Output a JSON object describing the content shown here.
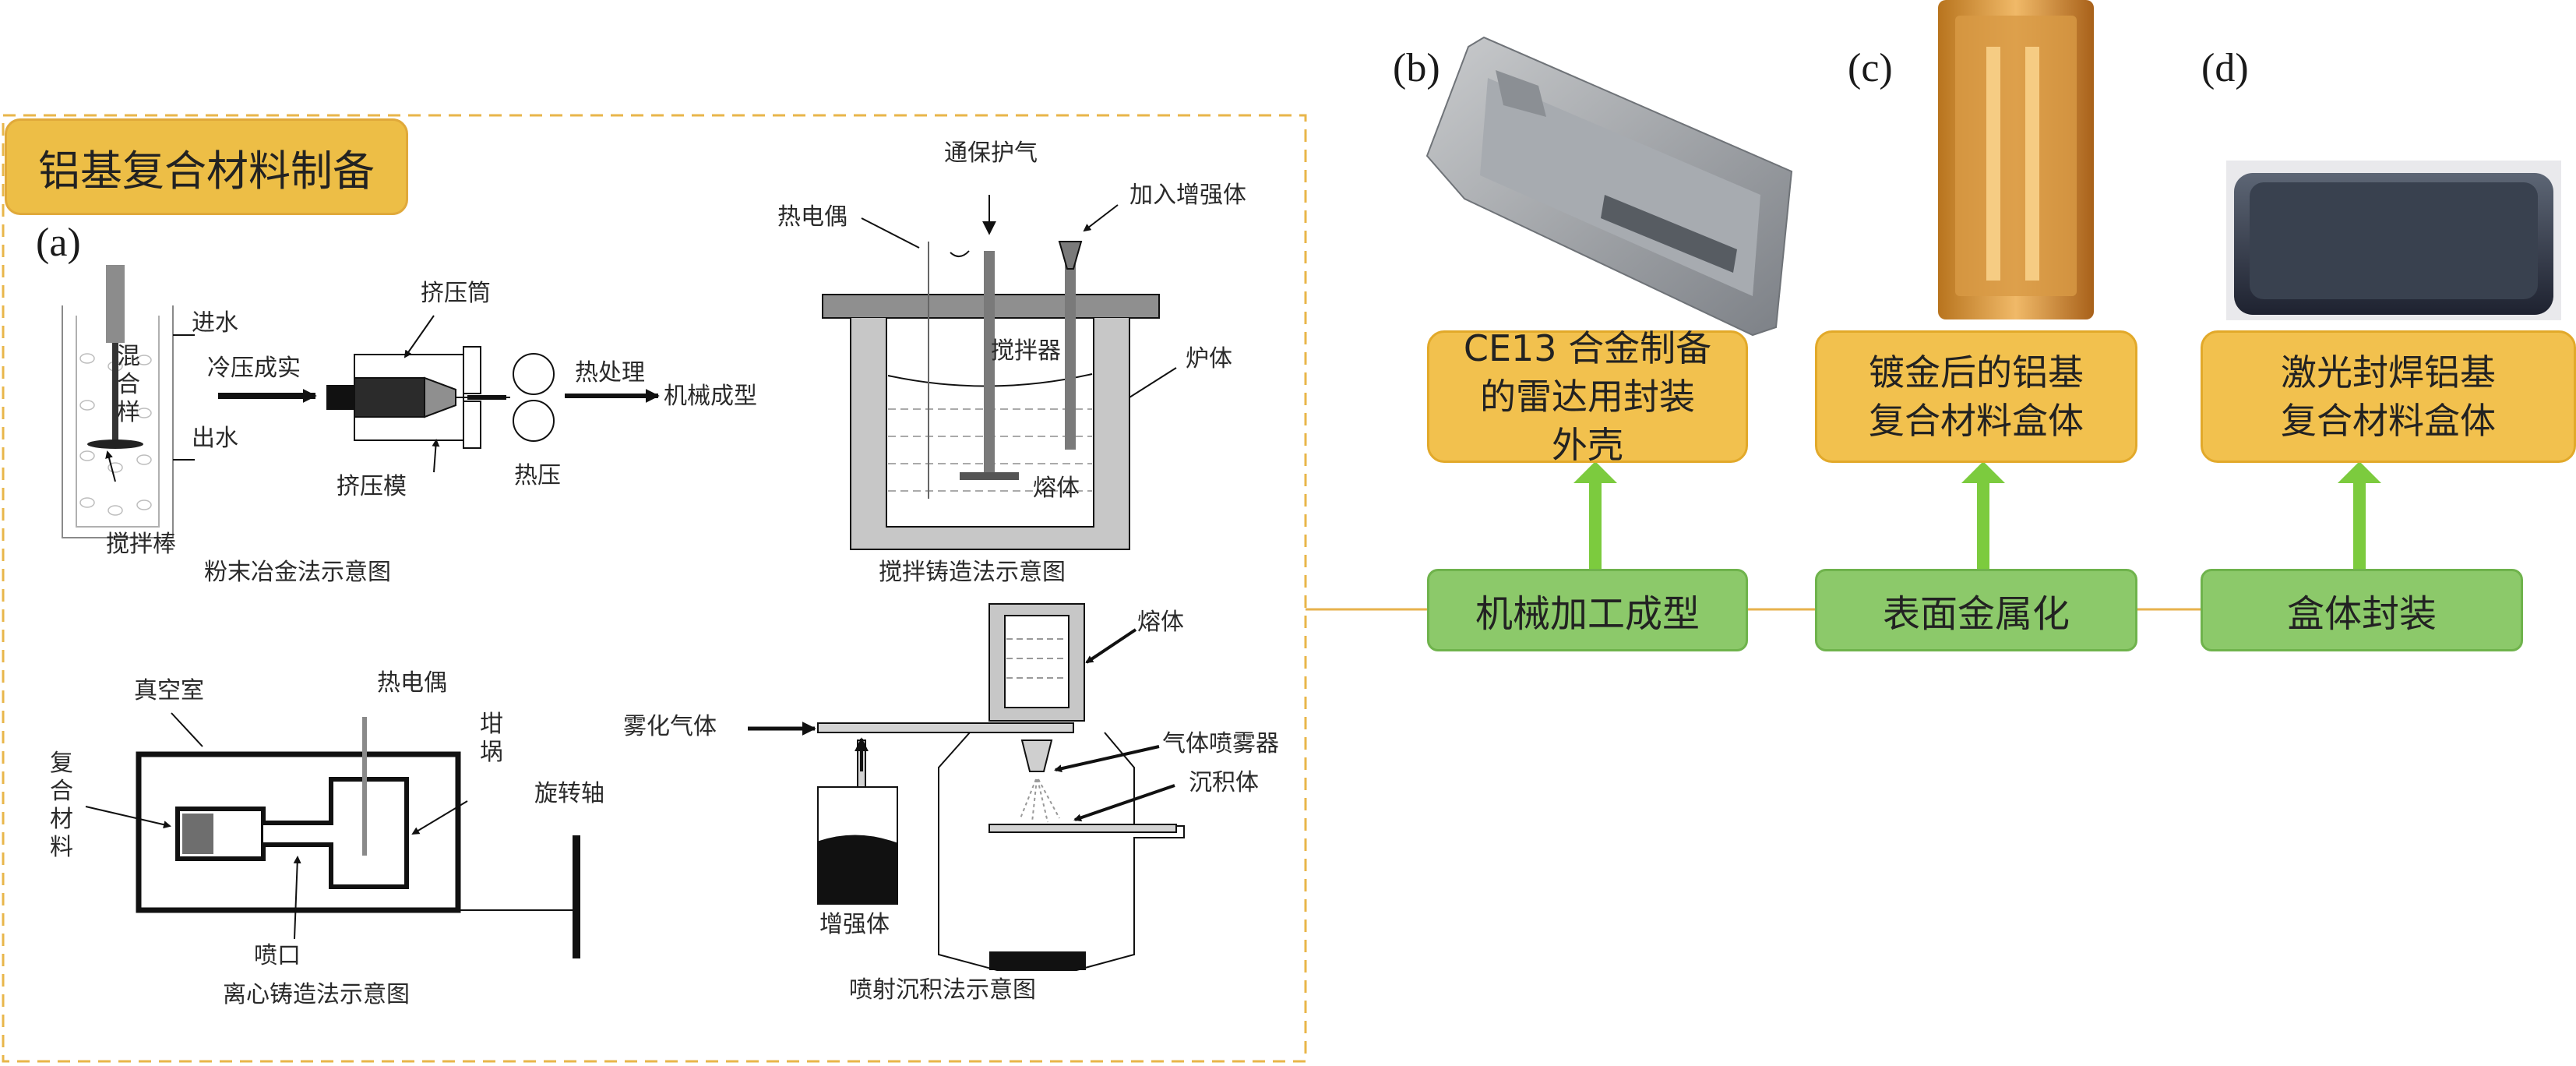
{
  "title": "铝基复合材料制备",
  "panel_a": {
    "letter": "(a)",
    "powder": {
      "mix_rod": "混合样",
      "water_in": "进水",
      "water_out": "出水",
      "cold_press": "冷压成实",
      "extrusion_barrel": "挤压筒",
      "extrusion_die": "挤压模",
      "heat_treatment": "热处理",
      "machining": "机械成型",
      "hot_press": "热压",
      "stir_rod": "搅拌棒",
      "caption": "粉末冶金法示意图"
    },
    "stir": {
      "gas": "通保护气",
      "thermocouple": "热电偶",
      "add_reinforcement": "加入增强体",
      "stirrer": "搅拌器",
      "furnace": "炉体",
      "melt": "熔体",
      "caption": "搅拌铸造法示意图"
    },
    "centrifugal": {
      "vacuum": "真空室",
      "thermocouple": "热电偶",
      "crucible": "坩埚",
      "composite": "复合材料",
      "axis": "旋转轴",
      "nozzle": "喷口",
      "caption": "离心铸造法示意图"
    },
    "spray": {
      "melt": "熔体",
      "atomizing_gas": "雾化气体",
      "gas_nozzle": "气体喷雾器",
      "deposit": "沉积体",
      "reinforcement": "增强体",
      "caption": "喷射沉积法示意图"
    }
  },
  "panels": [
    {
      "letter": "(b)",
      "product": "CE13 合金制备的雷达用封装外壳",
      "step": "机械加工成型"
    },
    {
      "letter": "(c)",
      "product": "镀金后的铝基复合材料盒体",
      "step": "表面金属化"
    },
    {
      "letter": "(d)",
      "product": "激光封焊铝基复合材料盒体",
      "step": "盒体封装"
    }
  ],
  "colors": {
    "yellow_fill": "#f2c14e",
    "green_fill": "#8cc96a",
    "arrow_green": "#7ccb3e",
    "dashed_frame": "#e8b64a"
  }
}
